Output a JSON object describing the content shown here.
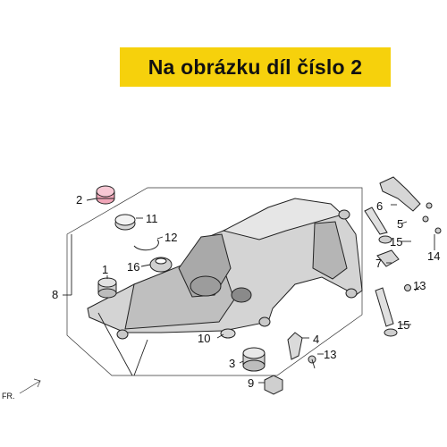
{
  "banner": {
    "text": "Na obrázku díl číslo 2"
  },
  "callouts": {
    "c1": "1",
    "c2": "2",
    "c3": "3",
    "c4": "4",
    "c5": "5",
    "c6": "6",
    "c7": "7",
    "c8": "8",
    "c9": "9",
    "c10": "10",
    "c11": "11",
    "c12": "12",
    "c13a": "13",
    "c13b": "13",
    "c14": "14",
    "c15a": "15",
    "c15b": "15",
    "c16": "16"
  },
  "direction": {
    "label": "FR."
  },
  "colors": {
    "banner": "#f6d10c",
    "highlight_part": "#f1a6b8",
    "body_shade": "#c9c9c9"
  }
}
